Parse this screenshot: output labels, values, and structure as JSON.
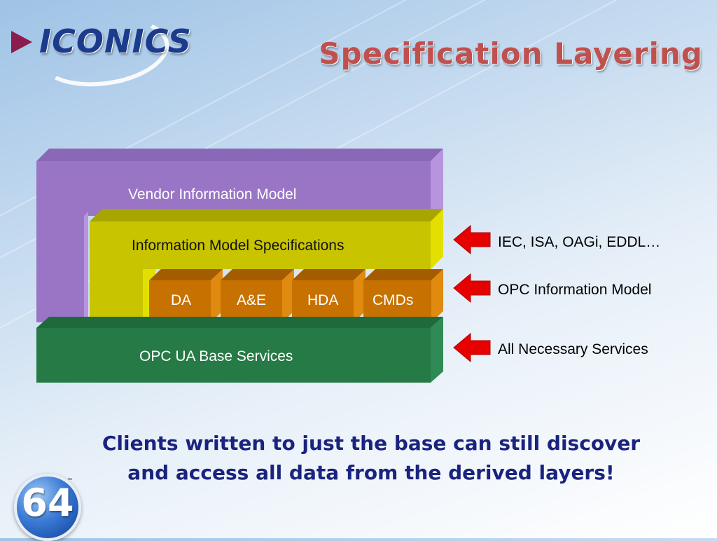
{
  "header": {
    "logo_text": "ICONICS",
    "slide_title": "Specification Layering"
  },
  "diagram": {
    "layers": {
      "vendor": "Vendor Information Model",
      "info_spec": "Information Model Specifications",
      "base": "OPC UA Base Services"
    },
    "blocks": [
      "DA",
      "A&E",
      "HDA",
      "CMDs"
    ],
    "annotations": [
      "IEC, ISA, OAGi, EDDL…",
      "OPC Information Model",
      "All Necessary Services"
    ],
    "colors": {
      "vendor": "#9a75c6",
      "info_spec": "#c8c400",
      "blocks": "#c77200",
      "base": "#267a45",
      "arrow": "#e60000"
    }
  },
  "caption": {
    "line1": "Clients written to just the base can still discover",
    "line2": "and access all data from the derived layers!"
  },
  "badge": {
    "number": "64",
    "tm": "™"
  }
}
